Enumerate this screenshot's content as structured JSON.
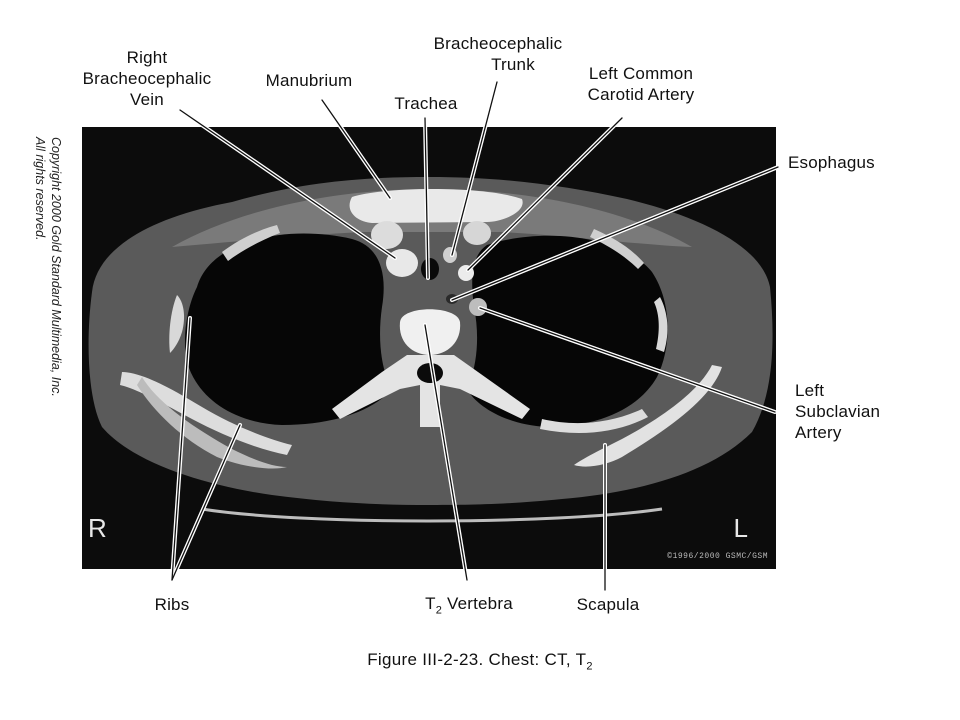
{
  "figure": {
    "caption": "Figure III-2-23. Chest: CT, T",
    "caption_subscript": "2",
    "copyright_lines": [
      "Copyright 2000 Gold Standard Multimedia, Inc.",
      "All rights reserved."
    ],
    "side_right": "R",
    "side_left": "L",
    "stamp": "©1996/2000 GSMC/GSM"
  },
  "labels": {
    "right_brachiocephalic_vein": [
      "Right",
      "Bracheocephalic",
      "Vein"
    ],
    "manubrium": [
      "Manubrium"
    ],
    "trachea": [
      "Trachea"
    ],
    "brachiocephalic_trunk": [
      "Bracheocephalic",
      "Trunk"
    ],
    "left_common_carotid": [
      "Left Common",
      "Carotid Artery"
    ],
    "esophagus": [
      "Esophagus"
    ],
    "left_subclavian_artery": [
      "Left",
      "Subclavian",
      "Artery"
    ],
    "ribs": [
      "Ribs"
    ],
    "t2_vertebra_prefix": "T",
    "t2_vertebra_sub": "2",
    "t2_vertebra_suffix": " Vertebra",
    "scapula": [
      "Scapula"
    ]
  },
  "colors": {
    "scan_background": "#0c0c0c",
    "soft_tissue": "#5e5e5e",
    "bone": "#e6e6e6",
    "lung": "#070707"
  }
}
